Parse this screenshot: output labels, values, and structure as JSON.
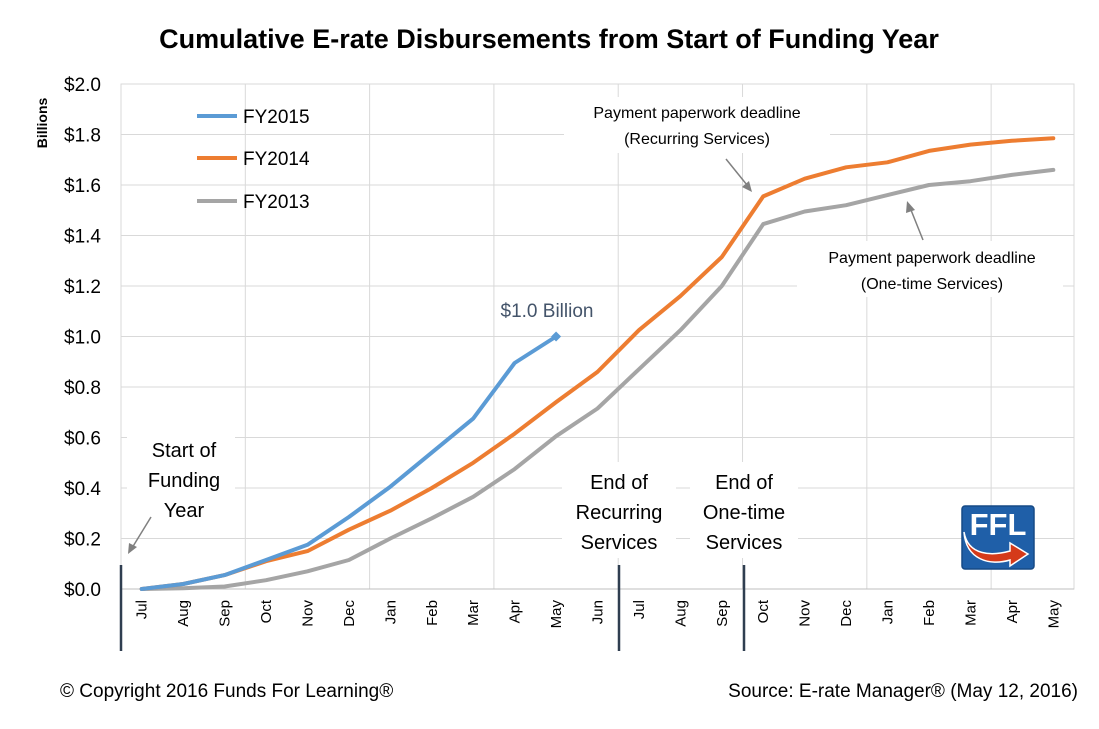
{
  "chart_data": {
    "type": "line",
    "title": "Cumulative E-rate Disbursements from Start of Funding Year",
    "ylabel": "Billions",
    "xlabel": "",
    "ylim": [
      0,
      2.0
    ],
    "yticks": [
      "$0.0",
      "$0.2",
      "$0.4",
      "$0.6",
      "$0.8",
      "$1.0",
      "$1.2",
      "$1.4",
      "$1.6",
      "$1.8",
      "$2.0"
    ],
    "categories": [
      "Jul",
      "Aug",
      "Sep",
      "Oct",
      "Nov",
      "Dec",
      "Jan",
      "Feb",
      "Mar",
      "Apr",
      "May",
      "Jun",
      "Jul",
      "Aug",
      "Sep",
      "Oct",
      "Nov",
      "Dec",
      "Jan",
      "Feb",
      "Mar",
      "Apr",
      "May"
    ],
    "grid": true,
    "legend": "top-left",
    "series": [
      {
        "name": "FY2015",
        "color": "#5b9bd5",
        "values": [
          0.0,
          0.02,
          0.055,
          0.115,
          0.175,
          0.285,
          0.405,
          0.54,
          0.675,
          0.895,
          1.0
        ]
      },
      {
        "name": "FY2014",
        "color": "#ed7d31",
        "values": [
          0.0,
          0.02,
          0.055,
          0.11,
          0.15,
          0.235,
          0.31,
          0.4,
          0.5,
          0.615,
          0.74,
          0.86,
          1.025,
          1.16,
          1.315,
          1.555,
          1.625,
          1.67,
          1.69,
          1.735,
          1.76,
          1.775,
          1.785
        ]
      },
      {
        "name": "FY2013",
        "color": "#a5a5a5",
        "values": [
          0.0,
          0.003,
          0.01,
          0.035,
          0.07,
          0.115,
          0.2,
          0.28,
          0.365,
          0.475,
          0.605,
          0.715,
          0.87,
          1.025,
          1.2,
          1.445,
          1.495,
          1.52,
          1.56,
          1.6,
          1.615,
          1.64,
          1.66
        ]
      }
    ],
    "point_label": {
      "text": "$1.0 Billion",
      "series": "FY2015",
      "index": 10
    },
    "annotations": {
      "start": [
        "Start of",
        "Funding",
        "Year"
      ],
      "end_recurring": [
        "End of",
        "Recurring",
        "Services"
      ],
      "end_onetime": [
        "End of",
        "One-time",
        "Services"
      ],
      "deadline_recurring": [
        "Payment paperwork deadline",
        "(Recurring Services)"
      ],
      "deadline_onetime": [
        "Payment paperwork deadline",
        "(One-time Services)"
      ]
    }
  },
  "footer": {
    "copyright": "© Copyright 2016 Funds For Learning®",
    "source": "Source: E-rate Manager® (May 12, 2016)"
  },
  "logo": {
    "text": "FFL"
  }
}
